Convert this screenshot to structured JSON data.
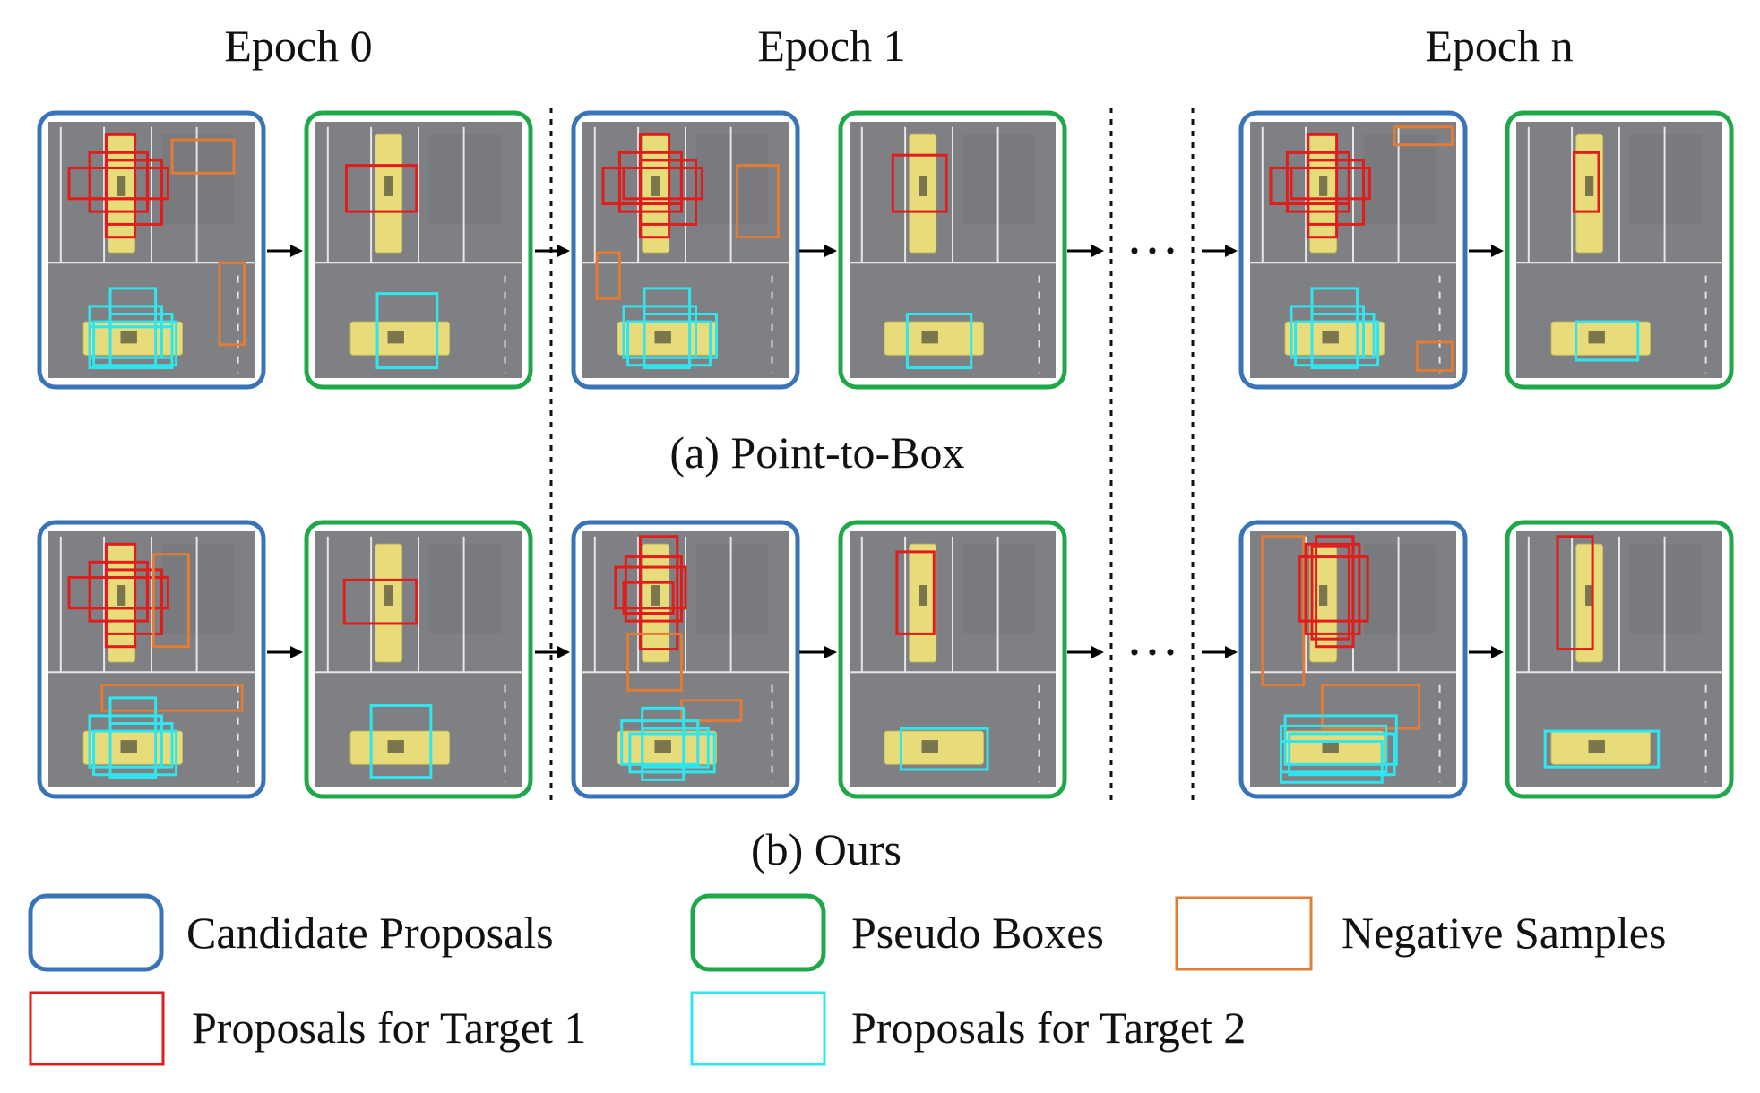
{
  "epochs": [
    "Epoch 0",
    "Epoch 1",
    "Epoch n"
  ],
  "rows": [
    {
      "caption": "(a) Point-to-Box",
      "panels": [
        {
          "epoch": 0,
          "kind": "candidate",
          "boxes": [
            {
              "c": "red",
              "b": [
                0.28,
                0.05,
                0.42,
                0.45
              ]
            },
            {
              "c": "red",
              "b": [
                0.2,
                0.12,
                0.48,
                0.35
              ]
            },
            {
              "c": "red",
              "b": [
                0.1,
                0.18,
                0.48,
                0.3
              ]
            },
            {
              "c": "red",
              "b": [
                0.2,
                0.18,
                0.58,
                0.3
              ]
            },
            {
              "c": "red",
              "b": [
                0.28,
                0.15,
                0.55,
                0.4
              ]
            },
            {
              "c": "orange",
              "b": [
                0.6,
                0.07,
                0.9,
                0.2
              ]
            },
            {
              "c": "orange",
              "b": [
                0.83,
                0.55,
                0.95,
                0.87
              ]
            },
            {
              "c": "cyan",
              "b": [
                0.3,
                0.65,
                0.52,
                0.96
              ]
            },
            {
              "c": "cyan",
              "b": [
                0.2,
                0.72,
                0.55,
                0.92
              ]
            },
            {
              "c": "cyan",
              "b": [
                0.3,
                0.75,
                0.6,
                0.92
              ]
            },
            {
              "c": "cyan",
              "b": [
                0.22,
                0.78,
                0.62,
                0.95
              ]
            },
            {
              "c": "cyan",
              "b": [
                0.2,
                0.8,
                0.6,
                0.96
              ]
            }
          ]
        },
        {
          "epoch": 0,
          "kind": "pseudo",
          "boxes": [
            {
              "c": "red",
              "b": [
                0.15,
                0.17,
                0.49,
                0.35
              ]
            },
            {
              "c": "cyan",
              "b": [
                0.3,
                0.67,
                0.59,
                0.96
              ]
            }
          ]
        },
        {
          "epoch": 1,
          "kind": "candidate",
          "boxes": [
            {
              "c": "red",
              "b": [
                0.28,
                0.05,
                0.42,
                0.45
              ]
            },
            {
              "c": "red",
              "b": [
                0.18,
                0.12,
                0.48,
                0.35
              ]
            },
            {
              "c": "red",
              "b": [
                0.1,
                0.18,
                0.48,
                0.32
              ]
            },
            {
              "c": "red",
              "b": [
                0.2,
                0.18,
                0.58,
                0.3
              ]
            },
            {
              "c": "red",
              "b": [
                0.28,
                0.15,
                0.55,
                0.4
              ]
            },
            {
              "c": "orange",
              "b": [
                0.75,
                0.17,
                0.95,
                0.45
              ]
            },
            {
              "c": "orange",
              "b": [
                0.07,
                0.51,
                0.18,
                0.69
              ]
            },
            {
              "c": "cyan",
              "b": [
                0.3,
                0.65,
                0.52,
                0.96
              ]
            },
            {
              "c": "cyan",
              "b": [
                0.2,
                0.72,
                0.55,
                0.92
              ]
            },
            {
              "c": "cyan",
              "b": [
                0.3,
                0.75,
                0.65,
                0.92
              ]
            },
            {
              "c": "cyan",
              "b": [
                0.22,
                0.78,
                0.62,
                0.95
              ]
            }
          ]
        },
        {
          "epoch": 1,
          "kind": "pseudo",
          "boxes": [
            {
              "c": "red",
              "b": [
                0.21,
                0.13,
                0.47,
                0.35
              ]
            },
            {
              "c": "cyan",
              "b": [
                0.28,
                0.75,
                0.59,
                0.96
              ]
            }
          ]
        },
        {
          "epoch": 2,
          "kind": "candidate",
          "boxes": [
            {
              "c": "red",
              "b": [
                0.28,
                0.05,
                0.42,
                0.45
              ]
            },
            {
              "c": "red",
              "b": [
                0.18,
                0.12,
                0.48,
                0.35
              ]
            },
            {
              "c": "red",
              "b": [
                0.1,
                0.18,
                0.48,
                0.32
              ]
            },
            {
              "c": "red",
              "b": [
                0.2,
                0.18,
                0.58,
                0.3
              ]
            },
            {
              "c": "red",
              "b": [
                0.28,
                0.15,
                0.55,
                0.4
              ]
            },
            {
              "c": "orange",
              "b": [
                0.7,
                0.02,
                0.98,
                0.09
              ]
            },
            {
              "c": "orange",
              "b": [
                0.81,
                0.86,
                0.98,
                0.97
              ]
            },
            {
              "c": "cyan",
              "b": [
                0.3,
                0.65,
                0.52,
                0.96
              ]
            },
            {
              "c": "cyan",
              "b": [
                0.2,
                0.72,
                0.55,
                0.92
              ]
            },
            {
              "c": "cyan",
              "b": [
                0.3,
                0.75,
                0.6,
                0.92
              ]
            },
            {
              "c": "cyan",
              "b": [
                0.22,
                0.78,
                0.62,
                0.95
              ]
            }
          ]
        },
        {
          "epoch": 2,
          "kind": "pseudo",
          "boxes": [
            {
              "c": "red",
              "b": [
                0.28,
                0.12,
                0.4,
                0.35
              ]
            },
            {
              "c": "cyan",
              "b": [
                0.29,
                0.78,
                0.59,
                0.93
              ]
            }
          ]
        }
      ]
    },
    {
      "caption": "(b) Ours",
      "panels": [
        {
          "epoch": 0,
          "kind": "candidate",
          "boxes": [
            {
              "c": "red",
              "b": [
                0.28,
                0.05,
                0.42,
                0.45
              ]
            },
            {
              "c": "red",
              "b": [
                0.2,
                0.12,
                0.48,
                0.35
              ]
            },
            {
              "c": "red",
              "b": [
                0.1,
                0.18,
                0.48,
                0.3
              ]
            },
            {
              "c": "red",
              "b": [
                0.2,
                0.18,
                0.58,
                0.3
              ]
            },
            {
              "c": "red",
              "b": [
                0.28,
                0.15,
                0.55,
                0.4
              ]
            },
            {
              "c": "orange",
              "b": [
                0.51,
                0.09,
                0.68,
                0.45
              ]
            },
            {
              "c": "orange",
              "b": [
                0.26,
                0.6,
                0.94,
                0.7
              ]
            },
            {
              "c": "cyan",
              "b": [
                0.3,
                0.65,
                0.52,
                0.96
              ]
            },
            {
              "c": "cyan",
              "b": [
                0.2,
                0.72,
                0.55,
                0.92
              ]
            },
            {
              "c": "cyan",
              "b": [
                0.3,
                0.75,
                0.6,
                0.92
              ]
            },
            {
              "c": "cyan",
              "b": [
                0.22,
                0.78,
                0.62,
                0.95
              ]
            }
          ]
        },
        {
          "epoch": 0,
          "kind": "pseudo",
          "boxes": [
            {
              "c": "red",
              "b": [
                0.14,
                0.19,
                0.49,
                0.36
              ]
            },
            {
              "c": "cyan",
              "b": [
                0.27,
                0.68,
                0.56,
                0.96
              ]
            }
          ]
        },
        {
          "epoch": 1,
          "kind": "candidate",
          "boxes": [
            {
              "c": "red",
              "b": [
                0.28,
                0.02,
                0.46,
                0.46
              ]
            },
            {
              "c": "red",
              "b": [
                0.21,
                0.1,
                0.48,
                0.35
              ]
            },
            {
              "c": "red",
              "b": [
                0.16,
                0.14,
                0.5,
                0.3
              ]
            },
            {
              "c": "red",
              "b": [
                0.2,
                0.2,
                0.44,
                0.32
              ]
            },
            {
              "c": "orange",
              "b": [
                0.22,
                0.4,
                0.48,
                0.62
              ]
            },
            {
              "c": "orange",
              "b": [
                0.48,
                0.66,
                0.77,
                0.74
              ]
            },
            {
              "c": "cyan",
              "b": [
                0.29,
                0.69,
                0.49,
                0.97
              ]
            },
            {
              "c": "cyan",
              "b": [
                0.19,
                0.74,
                0.56,
                0.91
              ]
            },
            {
              "c": "cyan",
              "b": [
                0.29,
                0.77,
                0.61,
                0.92
              ]
            },
            {
              "c": "cyan",
              "b": [
                0.23,
                0.79,
                0.64,
                0.94
              ]
            }
          ]
        },
        {
          "epoch": 1,
          "kind": "pseudo",
          "boxes": [
            {
              "c": "red",
              "b": [
                0.23,
                0.08,
                0.41,
                0.4
              ]
            },
            {
              "c": "cyan",
              "b": [
                0.25,
                0.77,
                0.67,
                0.93
              ]
            }
          ]
        },
        {
          "epoch": 2,
          "kind": "candidate",
          "boxes": [
            {
              "c": "orange",
              "b": [
                0.06,
                0.02,
                0.26,
                0.6
              ]
            },
            {
              "c": "red",
              "b": [
                0.32,
                0.02,
                0.5,
                0.45
              ]
            },
            {
              "c": "red",
              "b": [
                0.27,
                0.05,
                0.53,
                0.4
              ]
            },
            {
              "c": "red",
              "b": [
                0.24,
                0.1,
                0.57,
                0.35
              ]
            },
            {
              "c": "red",
              "b": [
                0.3,
                0.06,
                0.48,
                0.42
              ]
            },
            {
              "c": "orange",
              "b": [
                0.35,
                0.6,
                0.82,
                0.77
              ]
            },
            {
              "c": "cyan",
              "b": [
                0.17,
                0.72,
                0.71,
                0.91
              ]
            },
            {
              "c": "cyan",
              "b": [
                0.15,
                0.76,
                0.66,
                0.94
              ]
            },
            {
              "c": "cyan",
              "b": [
                0.19,
                0.79,
                0.7,
                0.95
              ]
            },
            {
              "c": "cyan",
              "b": [
                0.15,
                0.82,
                0.64,
                0.98
              ]
            }
          ]
        },
        {
          "epoch": 2,
          "kind": "pseudo",
          "boxes": [
            {
              "c": "red",
              "b": [
                0.2,
                0.02,
                0.37,
                0.46
              ]
            },
            {
              "c": "cyan",
              "b": [
                0.14,
                0.78,
                0.69,
                0.92
              ]
            }
          ]
        }
      ]
    }
  ],
  "legend": [
    {
      "kind": "candidate",
      "label": "Candidate Proposals"
    },
    {
      "kind": "pseudo",
      "label": "Pseudo Boxes"
    },
    {
      "kind": "negative",
      "label": "Negative Samples"
    },
    {
      "kind": "target1",
      "label": "Proposals for Target 1"
    },
    {
      "kind": "target2",
      "label": "Proposals for Target 2"
    }
  ],
  "ellipsis": "···",
  "colors": {
    "candidate": "#3a74b8",
    "pseudo": "#1ea84a",
    "negative": "#e07c36",
    "target1": "#e21b1b",
    "target2": "#2fe6ef",
    "asphalt": "#7f8083",
    "bus": "#e8db7a"
  }
}
